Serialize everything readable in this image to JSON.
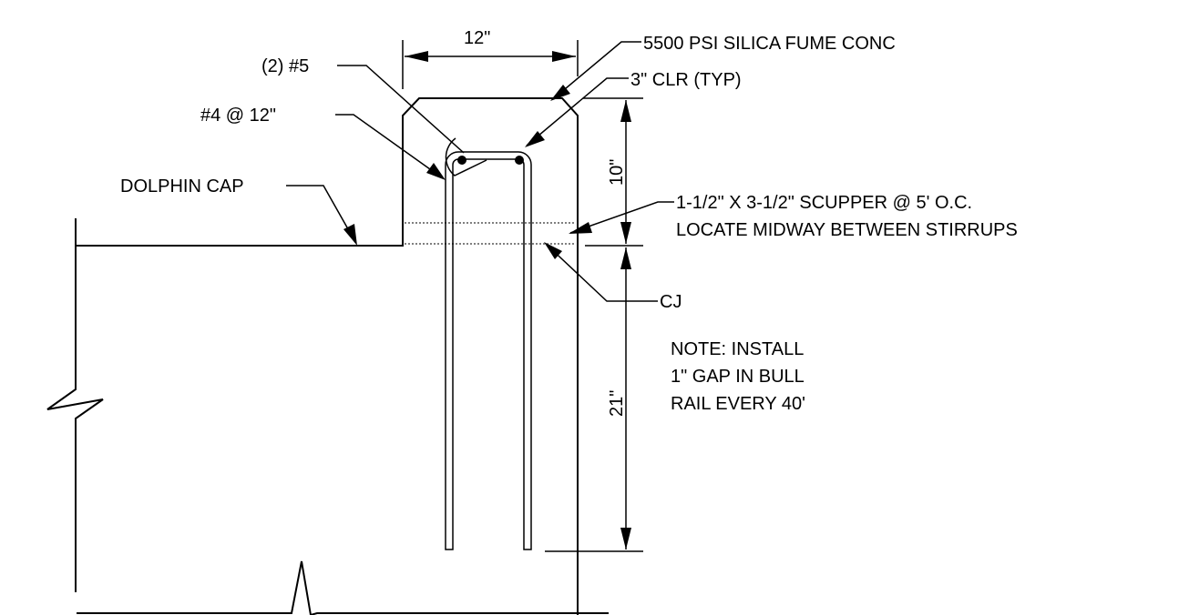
{
  "labels": {
    "width_dim": "12\"",
    "concrete": "5500 PSI SILICA FUME CONC",
    "clear": "3\" CLR (TYP)",
    "top_bars": "(2) #5",
    "stirrups": "#4 @ 12\"",
    "dolphin_cap": "DOLPHIN CAP",
    "scupper_line1": "1-1/2\" X 3-1/2\" SCUPPER @ 5' O.C.",
    "scupper_line2": "LOCATE MIDWAY BETWEEN STIRRUPS",
    "cj": "CJ",
    "dim_upper": "10\"",
    "dim_lower": "21\"",
    "note_line1": "NOTE: INSTALL",
    "note_line2": "1\" GAP IN BULL",
    "note_line3": "RAIL EVERY 40'"
  },
  "colors": {
    "line": "#000000",
    "background": "#ffffff"
  }
}
